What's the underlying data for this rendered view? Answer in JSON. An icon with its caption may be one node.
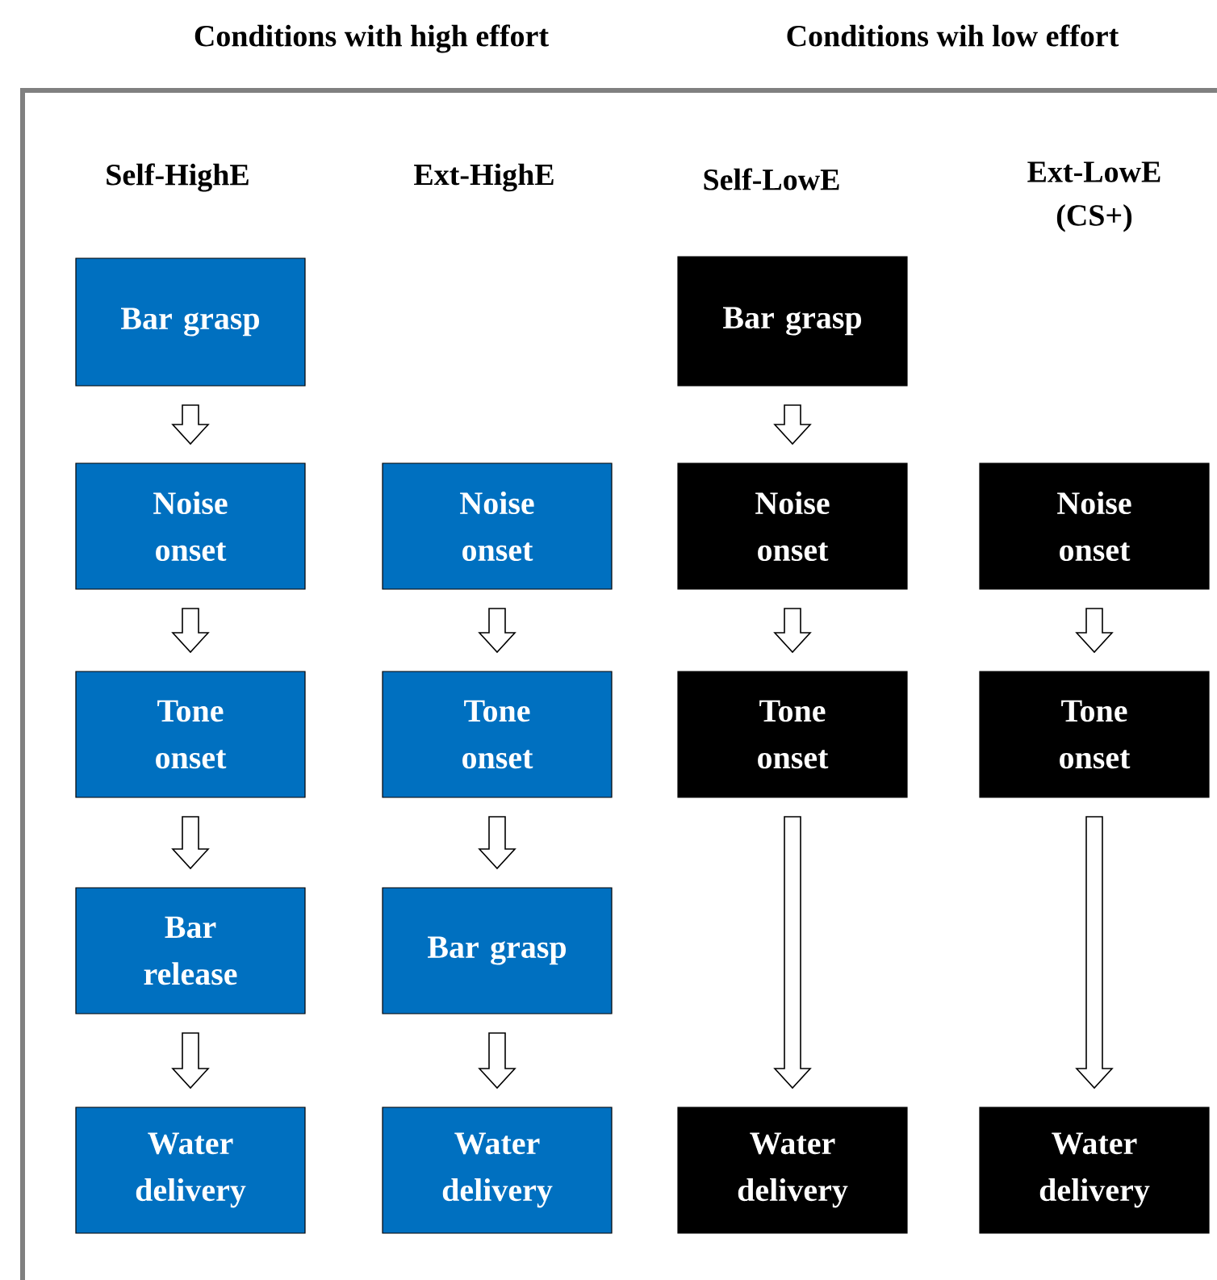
{
  "diagram": {
    "nodes": [
      {
        "text": [
          "Bar grasp"
        ]
      },
      {
        "text": [
          "Noise onset"
        ]
      },
      {
        "text": [
          "Tone onset"
        ]
      },
      {
        "text": [
          "Bar release"
        ]
      },
      {
        "text": [
          "Water delivery"
        ]
      },
      {
        "text": [
          "Noise onset"
        ]
      },
      {
        "text": [
          "Tone onset"
        ]
      },
      {
        "text": [
          "Bar grasp"
        ]
      },
      {
        "text": [
          "Water delivery"
        ]
      },
      {
        "text": [
          "Bar grasp"
        ]
      },
      {
        "text": [
          "Noise onset"
        ]
      },
      {
        "text": [
          "Tone onset"
        ]
      },
      {
        "text": [
          "Water delivery"
        ]
      },
      {
        "text": [
          "Noise onset"
        ]
      },
      {
        "text": [
          "Tone onset"
        ]
      },
      {
        "text": [
          "Water delivery"
        ]
      }
    ],
    "edges": [
      {
        "from": 0,
        "to": 1,
        "arrow": "to"
      },
      {
        "from": 1,
        "to": 2,
        "arrow": "to"
      },
      {
        "from": 2,
        "to": 3,
        "arrow": "to"
      },
      {
        "from": 3,
        "to": 4,
        "arrow": "to"
      },
      {
        "from": 5,
        "to": 6,
        "arrow": "to"
      },
      {
        "from": 6,
        "to": 7,
        "arrow": "to"
      },
      {
        "from": 7,
        "to": 8,
        "arrow": "to"
      },
      {
        "from": 9,
        "to": 10,
        "arrow": "to"
      },
      {
        "from": 10,
        "to": 11,
        "arrow": "to"
      },
      {
        "from": 11,
        "to": 12,
        "arrow": "to"
      },
      {
        "from": 13,
        "to": 14,
        "arrow": "to"
      },
      {
        "from": 14,
        "to": 15,
        "arrow": "to"
      }
    ],
    "labels": [
      "Conditions with high effort",
      "Conditions wih low effort",
      "Self-HighE",
      "Ext-HighE",
      "Self-LowE",
      "Ext-LowE (CS+)"
    ]
  }
}
